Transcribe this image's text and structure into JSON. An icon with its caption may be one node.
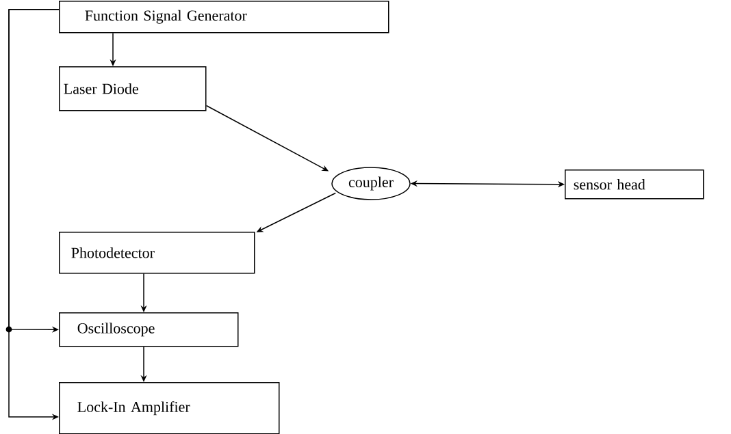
{
  "diagram": {
    "nodes": [
      {
        "text": [
          "Function Signal Generator"
        ]
      },
      {
        "text": [
          "Laser Diode"
        ]
      },
      {
        "text": [
          "coupler"
        ]
      },
      {
        "text": [
          "sensor head"
        ]
      },
      {
        "text": [
          "Photodetector"
        ]
      },
      {
        "text": [
          "Oscilloscope"
        ]
      },
      {
        "text": [
          "Lock-In Amplifier"
        ]
      }
    ],
    "edges": [
      {
        "from": 0,
        "to": 1,
        "arrow": "to"
      },
      {
        "from": 1,
        "to": 2,
        "arrow": "to"
      },
      {
        "from": 2,
        "to": 4,
        "arrow": "to"
      },
      {
        "from": 2,
        "to": 3,
        "arrow": "both"
      },
      {
        "from": 4,
        "to": 5,
        "arrow": "to"
      },
      {
        "from": 5,
        "to": 6,
        "arrow": "to"
      },
      {
        "from": 0,
        "to": 5,
        "arrow": "to"
      },
      {
        "from": 0,
        "to": 6,
        "arrow": "to"
      }
    ]
  }
}
